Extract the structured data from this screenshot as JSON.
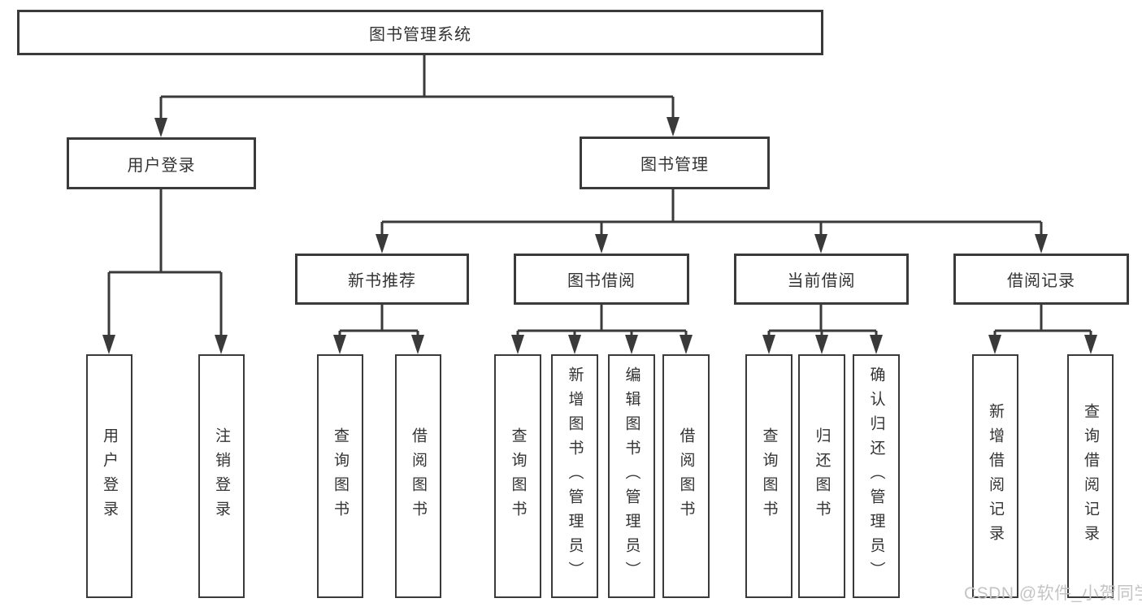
{
  "diagram": {
    "root": {
      "label": "图书管理系统"
    },
    "branches": [
      {
        "label": "用户登录",
        "leaves": [
          {
            "label": "用户登录"
          },
          {
            "label": "注销登录"
          }
        ]
      },
      {
        "label": "图书管理",
        "groups": [
          {
            "label": "新书推荐",
            "leaves": [
              {
                "label": "查询图书"
              },
              {
                "label": "借阅图书"
              }
            ]
          },
          {
            "label": "图书借阅",
            "leaves": [
              {
                "label": "查询图书"
              },
              {
                "label": "新增图书（管理员）"
              },
              {
                "label": "编辑图书（管理员）"
              },
              {
                "label": "借阅图书"
              }
            ]
          },
          {
            "label": "当前借阅",
            "leaves": [
              {
                "label": "查询图书"
              },
              {
                "label": "归还图书"
              },
              {
                "label": "确认归还（管理员）"
              }
            ]
          },
          {
            "label": "借阅记录",
            "leaves": [
              {
                "label": "新增借阅记录"
              },
              {
                "label": "查询借阅记录"
              }
            ]
          }
        ]
      }
    ]
  },
  "watermark": {
    "text": "CSDN @软件_小贺同学"
  },
  "colors": {
    "line": "#3a3a3a",
    "text": "#333333",
    "watermark": "#c4c4c4",
    "background": "#ffffff"
  }
}
